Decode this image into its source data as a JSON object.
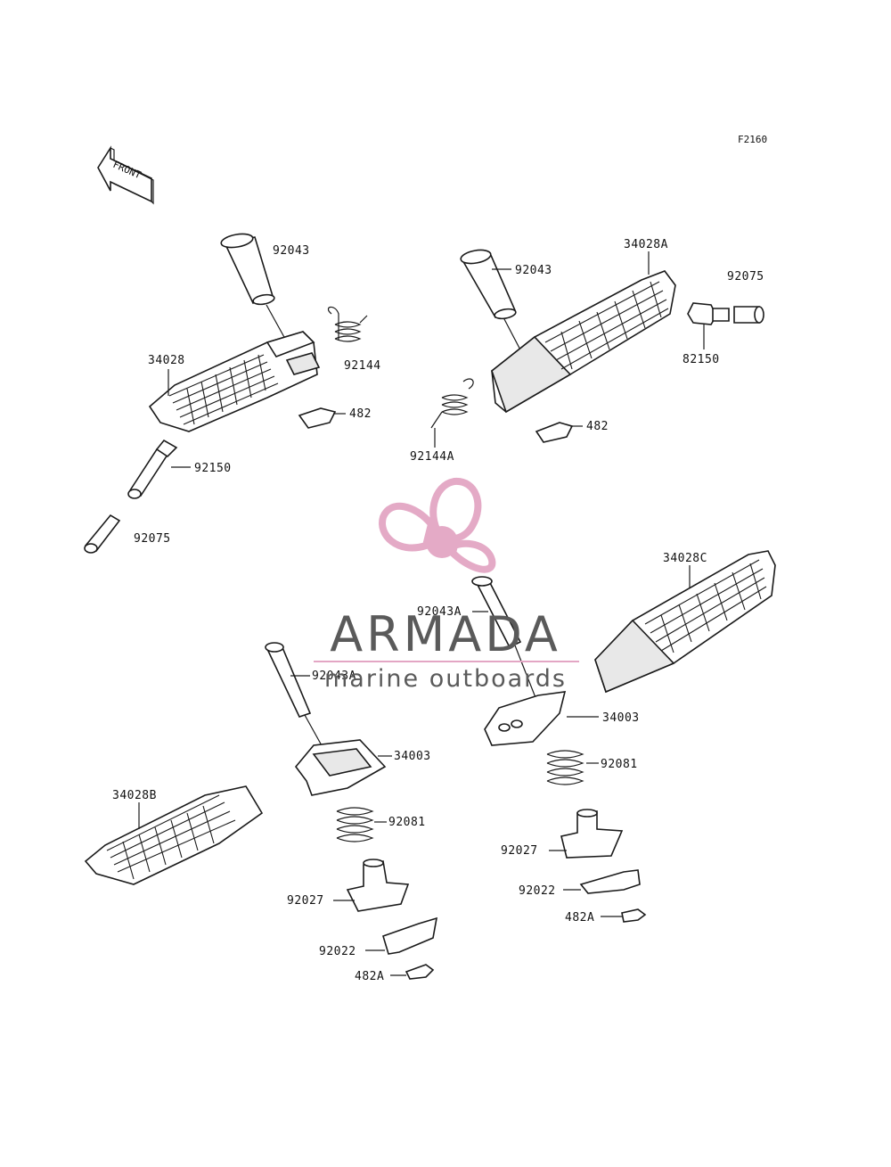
{
  "figure_code": "F2160",
  "front_arrow_text": "FRONT",
  "watermark": {
    "brand": "ARMADA",
    "tagline": "marine outboards",
    "logo_color": "#e3a6c4",
    "text_color": "#5a5a5a"
  },
  "labels": {
    "l1": "92043",
    "l2": "92043",
    "l3": "34028A",
    "l4": "92075",
    "l5": "92144",
    "l6": "34028",
    "l7": "82150",
    "l8": "482",
    "l9": "482",
    "l10": "92144A",
    "l11": "92150",
    "l12": "92075",
    "l13": "34028C",
    "l14": "92043A",
    "l15": "92043A",
    "l16": "34003",
    "l17": "34003",
    "l18": "92081",
    "l19": "34028B",
    "l20": "92081",
    "l21": "92027",
    "l22": "92022",
    "l23": "92027",
    "l24": "482A",
    "l25": "92022",
    "l26": "482A"
  }
}
